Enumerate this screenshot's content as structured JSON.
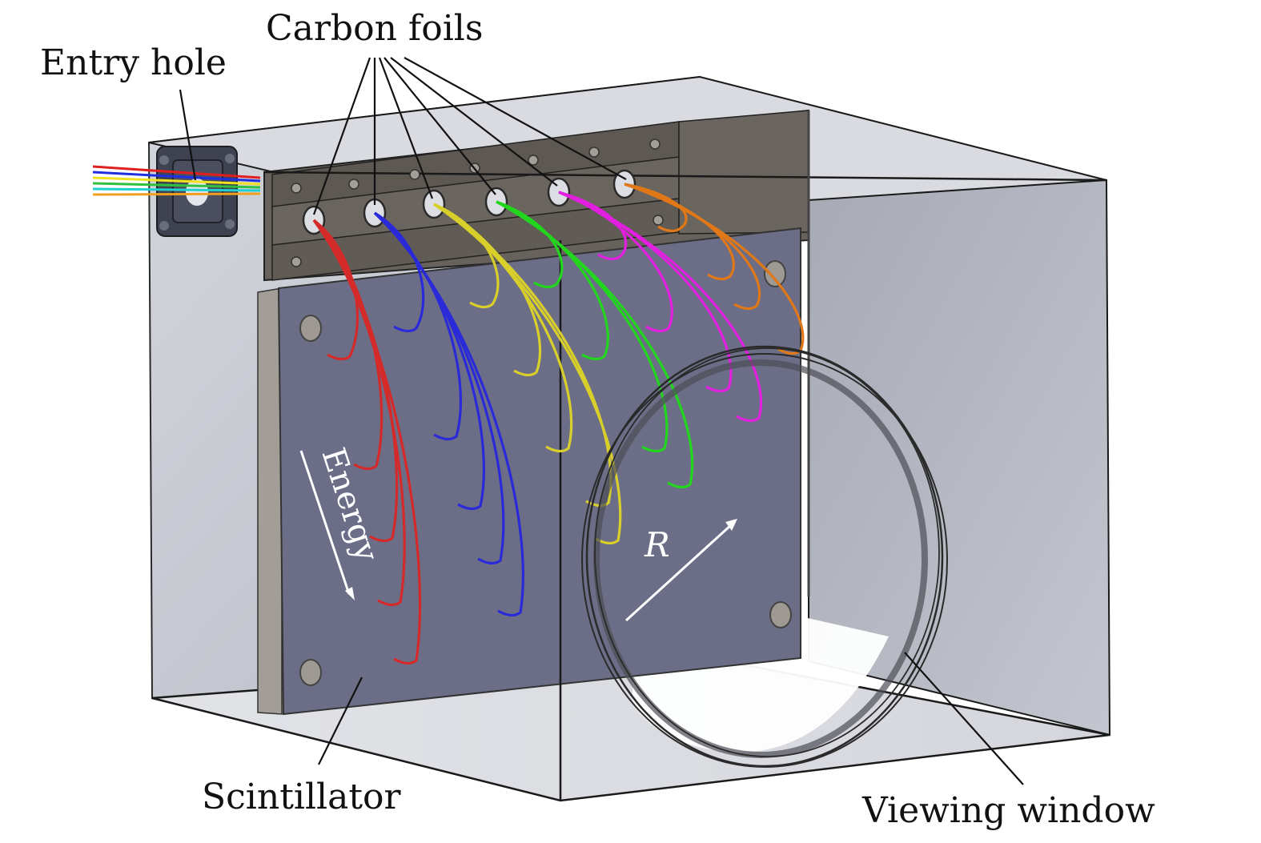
{
  "figure": {
    "type": "schematic",
    "description": "Magnetic spectrometer box with entry hole, carbon foils, scintillator and viewing window"
  },
  "labels": {
    "entry_hole": "Entry hole",
    "carbon_foils": "Carbon foils",
    "scintillator": "Scintillator",
    "viewing_window": "Viewing window",
    "energy": "Energy",
    "radius": "R"
  },
  "foils": [
    {
      "name": "foil-1",
      "color": "#d42a2a"
    },
    {
      "name": "foil-2",
      "color": "#2a2ad8"
    },
    {
      "name": "foil-3",
      "color": "#d8cf2a"
    },
    {
      "name": "foil-4",
      "color": "#22d61e"
    },
    {
      "name": "foil-5",
      "color": "#e21fe0"
    },
    {
      "name": "foil-6",
      "color": "#e07818"
    }
  ],
  "beam_colors": [
    "#e02020",
    "#2030e0",
    "#f0e020",
    "#30c040",
    "#20d0d0",
    "#f0a020"
  ],
  "colors": {
    "box_panel": "#c6c9d2",
    "box_panel_dark": "#a8abb6",
    "scintillator": "#6c6e88",
    "bracket": "#656059",
    "edge": "#1a1a1a"
  }
}
